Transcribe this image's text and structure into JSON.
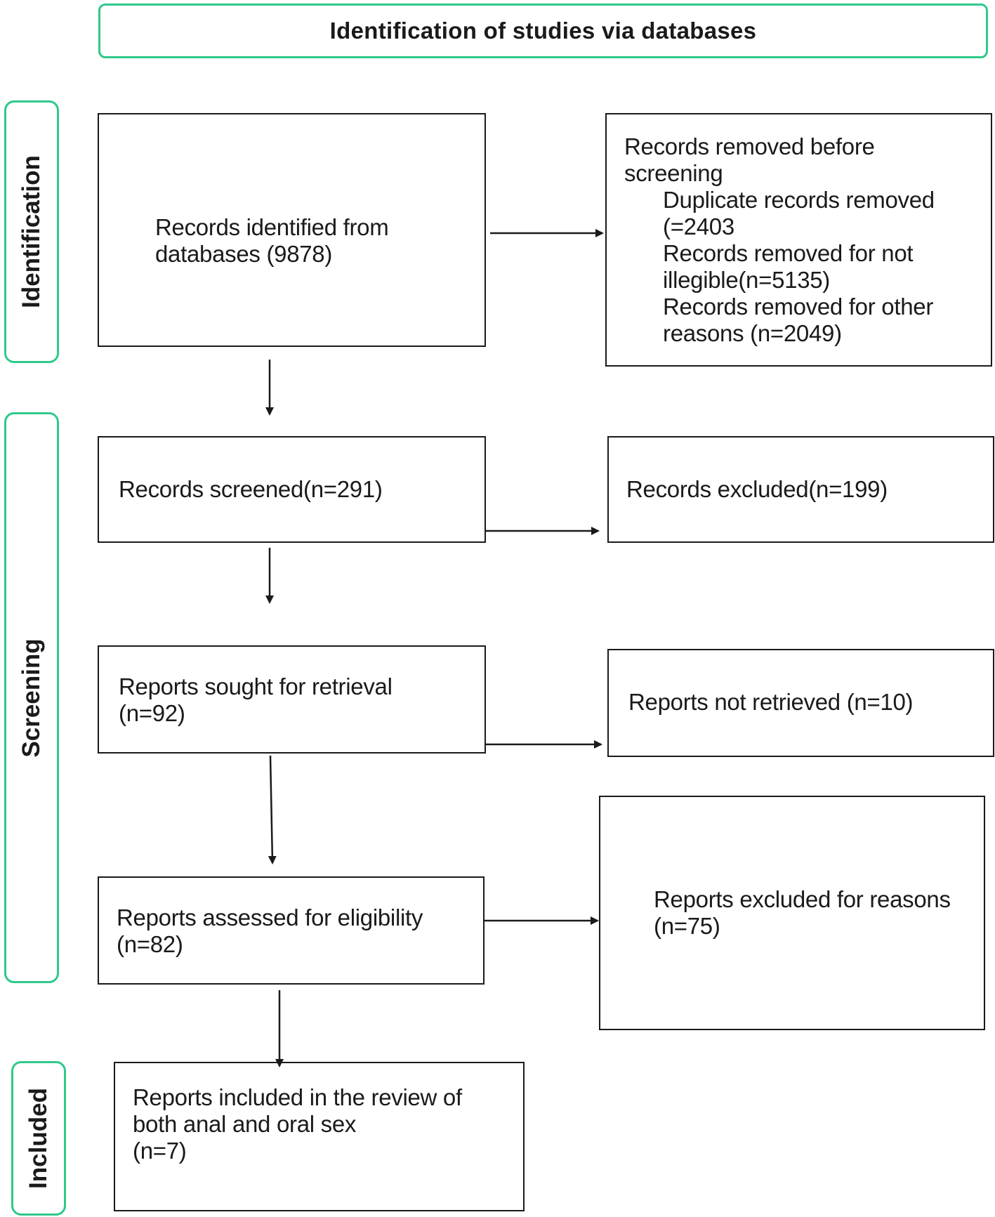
{
  "header": {
    "title": "Identification of studies via databases"
  },
  "phases": {
    "identification": "Identification",
    "screening": "Screening",
    "included": "Included"
  },
  "boxes": {
    "identified": {
      "line1": "Records identified from",
      "line2": "databases (9878)"
    },
    "removed": {
      "line1": "Records removed before",
      "line2": "screening",
      "line3": "Duplicate records removed",
      "line4": " (=2403",
      "line5": "Records removed for not",
      "line6": "illegible(n=5135)",
      "line7": "Records removed for other",
      "line8": "reasons (n=2049)"
    },
    "screened": {
      "line1": "Records screened(n=291)"
    },
    "excluded": {
      "line1": "Records excluded(n=199)"
    },
    "sought": {
      "line1": "Reports sought for retrieval",
      "line2": "(n=92)"
    },
    "not_retrieved": {
      "line1": "Reports not retrieved (n=10)"
    },
    "assessed": {
      "line1": "Reports assessed for eligibility",
      "line2": "(n=82)"
    },
    "excluded_reasons": {
      "line1": "Reports excluded for reasons",
      "line2": "(n=75)"
    },
    "included": {
      "line1": "Reports included in the review of",
      "line2": "both anal and oral sex",
      "line3": " (n=7)"
    }
  }
}
